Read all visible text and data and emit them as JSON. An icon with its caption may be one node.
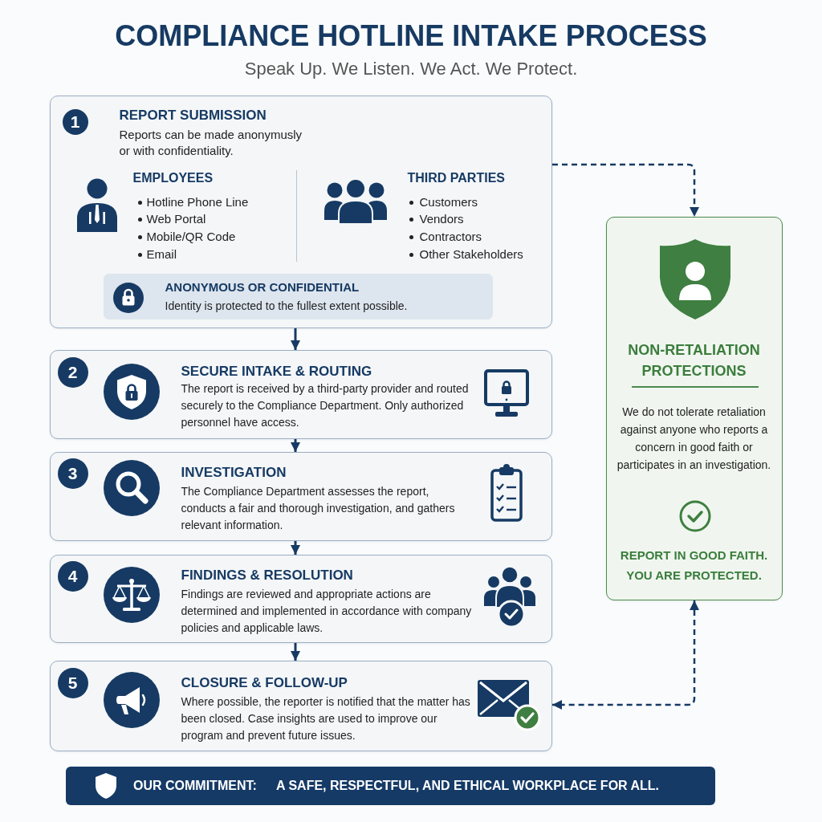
{
  "diagram": {
    "title": "COMPLIANCE HOTLINE INTAKE PROCESS",
    "nodes": [
      {
        "text": [
          "REPORT SUBMISSION",
          "Reports can be made anonymusly or with confidentiality.",
          "EMPLOYEES",
          "Hotline Phone Line",
          "Web Portal",
          "Mobile/QR Code",
          "Email",
          "THIRD PARTIES",
          "Customers",
          "Vendors",
          "Contractors",
          "Other Stakeholders"
        ]
      },
      {
        "text": [
          "1"
        ],
        "in": 0
      },
      {
        "text": [
          "ANONYMOUS OR CONFIDENTIAL",
          "Identity is protected to the fullest extent possible."
        ],
        "in": 0
      },
      {
        "text": [
          "SECURE INTAKE & ROUTING",
          "The report is received by a third-party provider and routed securely to the Compliance Department. Only authorized personnel have access."
        ]
      },
      {
        "text": [
          "2"
        ],
        "in": 3
      },
      {
        "text": [
          "INVESTIGATION",
          "The Compliance Department assesses the report, conducts a fair and thorough investigation, and gathers relevant information."
        ]
      },
      {
        "text": [
          "3"
        ],
        "in": 5
      },
      {
        "text": [
          "FINDINGS & RESOLUTION",
          "Findings are reviewed and appropriate actions are determined and implemented in accordance with company policies and applicable laws."
        ]
      },
      {
        "text": [
          "4"
        ],
        "in": 7
      },
      {
        "text": [
          "CLOSURE & FOLLOW-UP",
          "Where possible, the reporter is notified that the matter has been closed. Case insights are used to improve our program and prevent future issues."
        ]
      },
      {
        "text": [
          "5"
        ],
        "in": 9
      },
      {
        "text": [
          "NON-RETALIATION PROTECTIONS",
          "We do not tolerate retaliation against anyone who reports a concern in good faith or participates in an investigation.",
          "REPORT IN GOOD FAITH. YOU ARE PROTECTED."
        ]
      },
      {
        "text": [
          "OUR COMMITMENT:",
          "A SAFE, RESPECTFUL, AND ETHICAL WORKPLACE FOR ALL."
        ]
      }
    ],
    "edges": [
      {
        "from": 0,
        "to": 3,
        "arrow": "to"
      },
      {
        "from": 3,
        "to": 5,
        "arrow": "to"
      },
      {
        "from": 5,
        "to": 7,
        "arrow": "to"
      },
      {
        "from": 7,
        "to": 9,
        "arrow": "to"
      },
      {
        "from": 0,
        "to": 11,
        "arrow": "to",
        "style": "dashed"
      },
      {
        "from": 11,
        "to": 9,
        "arrow": "both",
        "style": "dashed"
      }
    ],
    "labels": [
      "Speak Up. We Listen. We Act. We Protect."
    ]
  }
}
